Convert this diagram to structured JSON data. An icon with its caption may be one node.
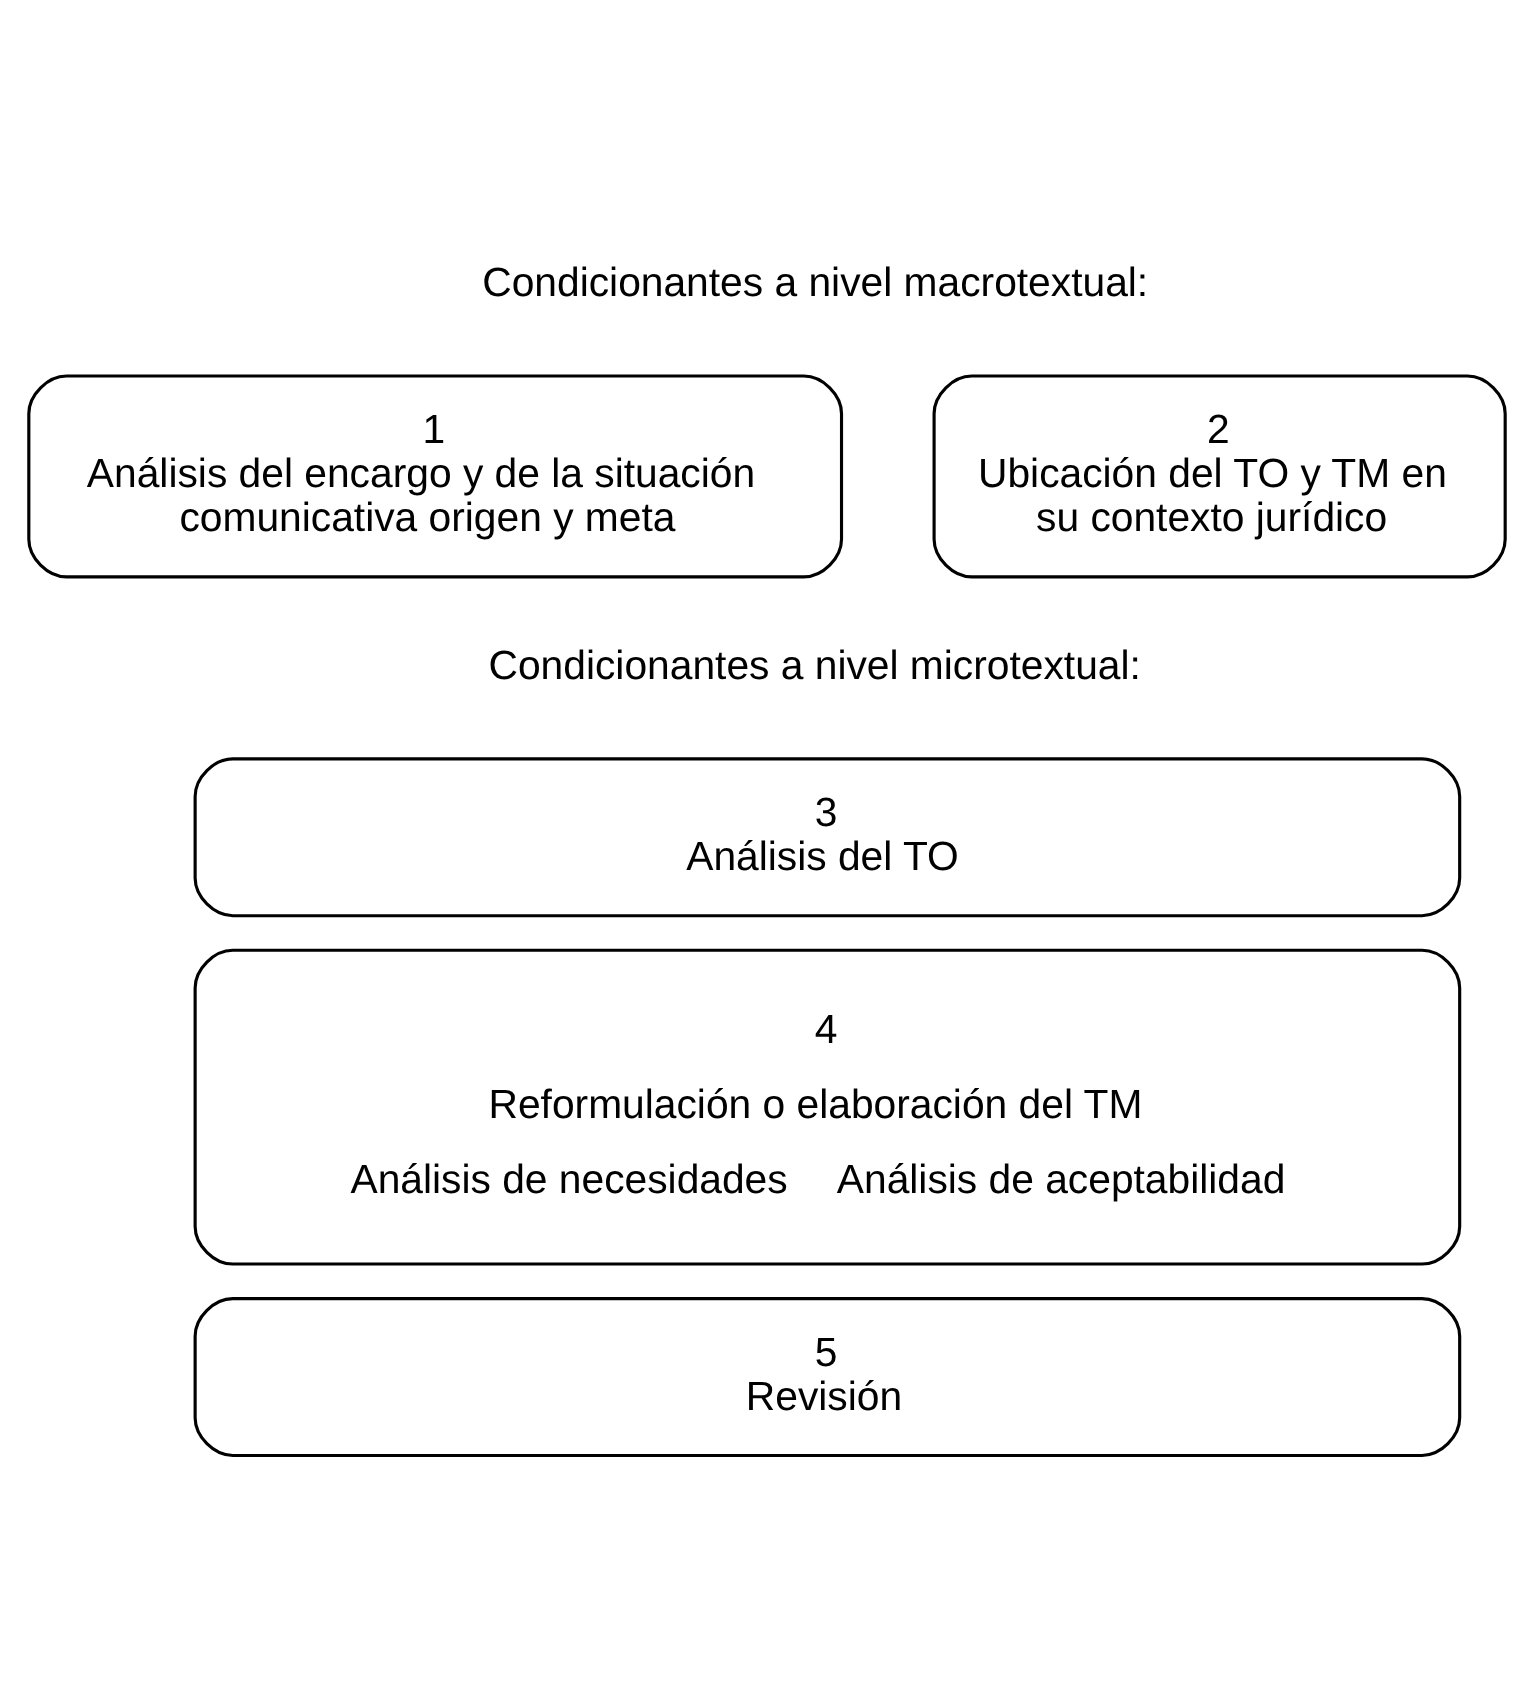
{
  "diagram": {
    "nodes": [
      {
        "text": [
          "1",
          "Análisis del encargo y de la situación comunicativa origen y meta"
        ]
      },
      {
        "text": [
          "2",
          "Ubicación del TO y TM en su contexto jurídico"
        ]
      },
      {
        "text": [
          "3",
          "Análisis del TO"
        ]
      },
      {
        "text": [
          "4",
          "Reformulación o elaboración del TM",
          "Análisis de necesidades",
          "Análisis de aceptabilidad"
        ]
      },
      {
        "text": [
          "5",
          "Revisión"
        ]
      }
    ],
    "labels": [
      "Condicionantes a nivel macrotextual:",
      "Condicionantes a nivel microtextual:"
    ]
  }
}
